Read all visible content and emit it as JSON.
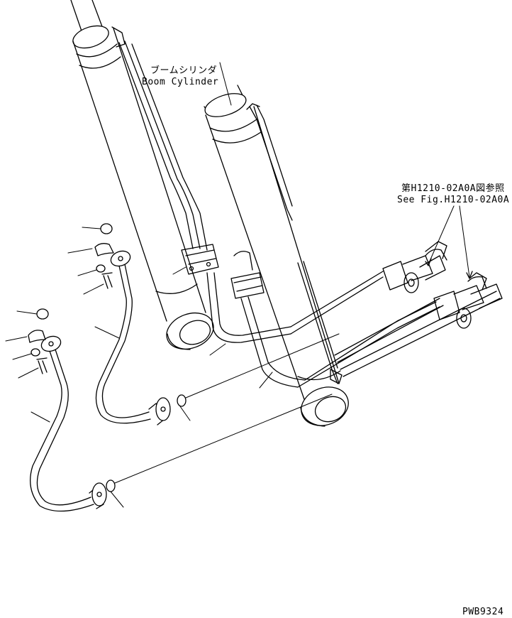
{
  "labels": {
    "boom_cylinder_jp": "ブームシリンダ",
    "boom_cylinder_en": "Boom Cylinder",
    "see_fig_jp": "第H1210-02A0A図参照",
    "see_fig_en": "See Fig.H1210-02A0A",
    "drawing_number": "PWB9324"
  }
}
